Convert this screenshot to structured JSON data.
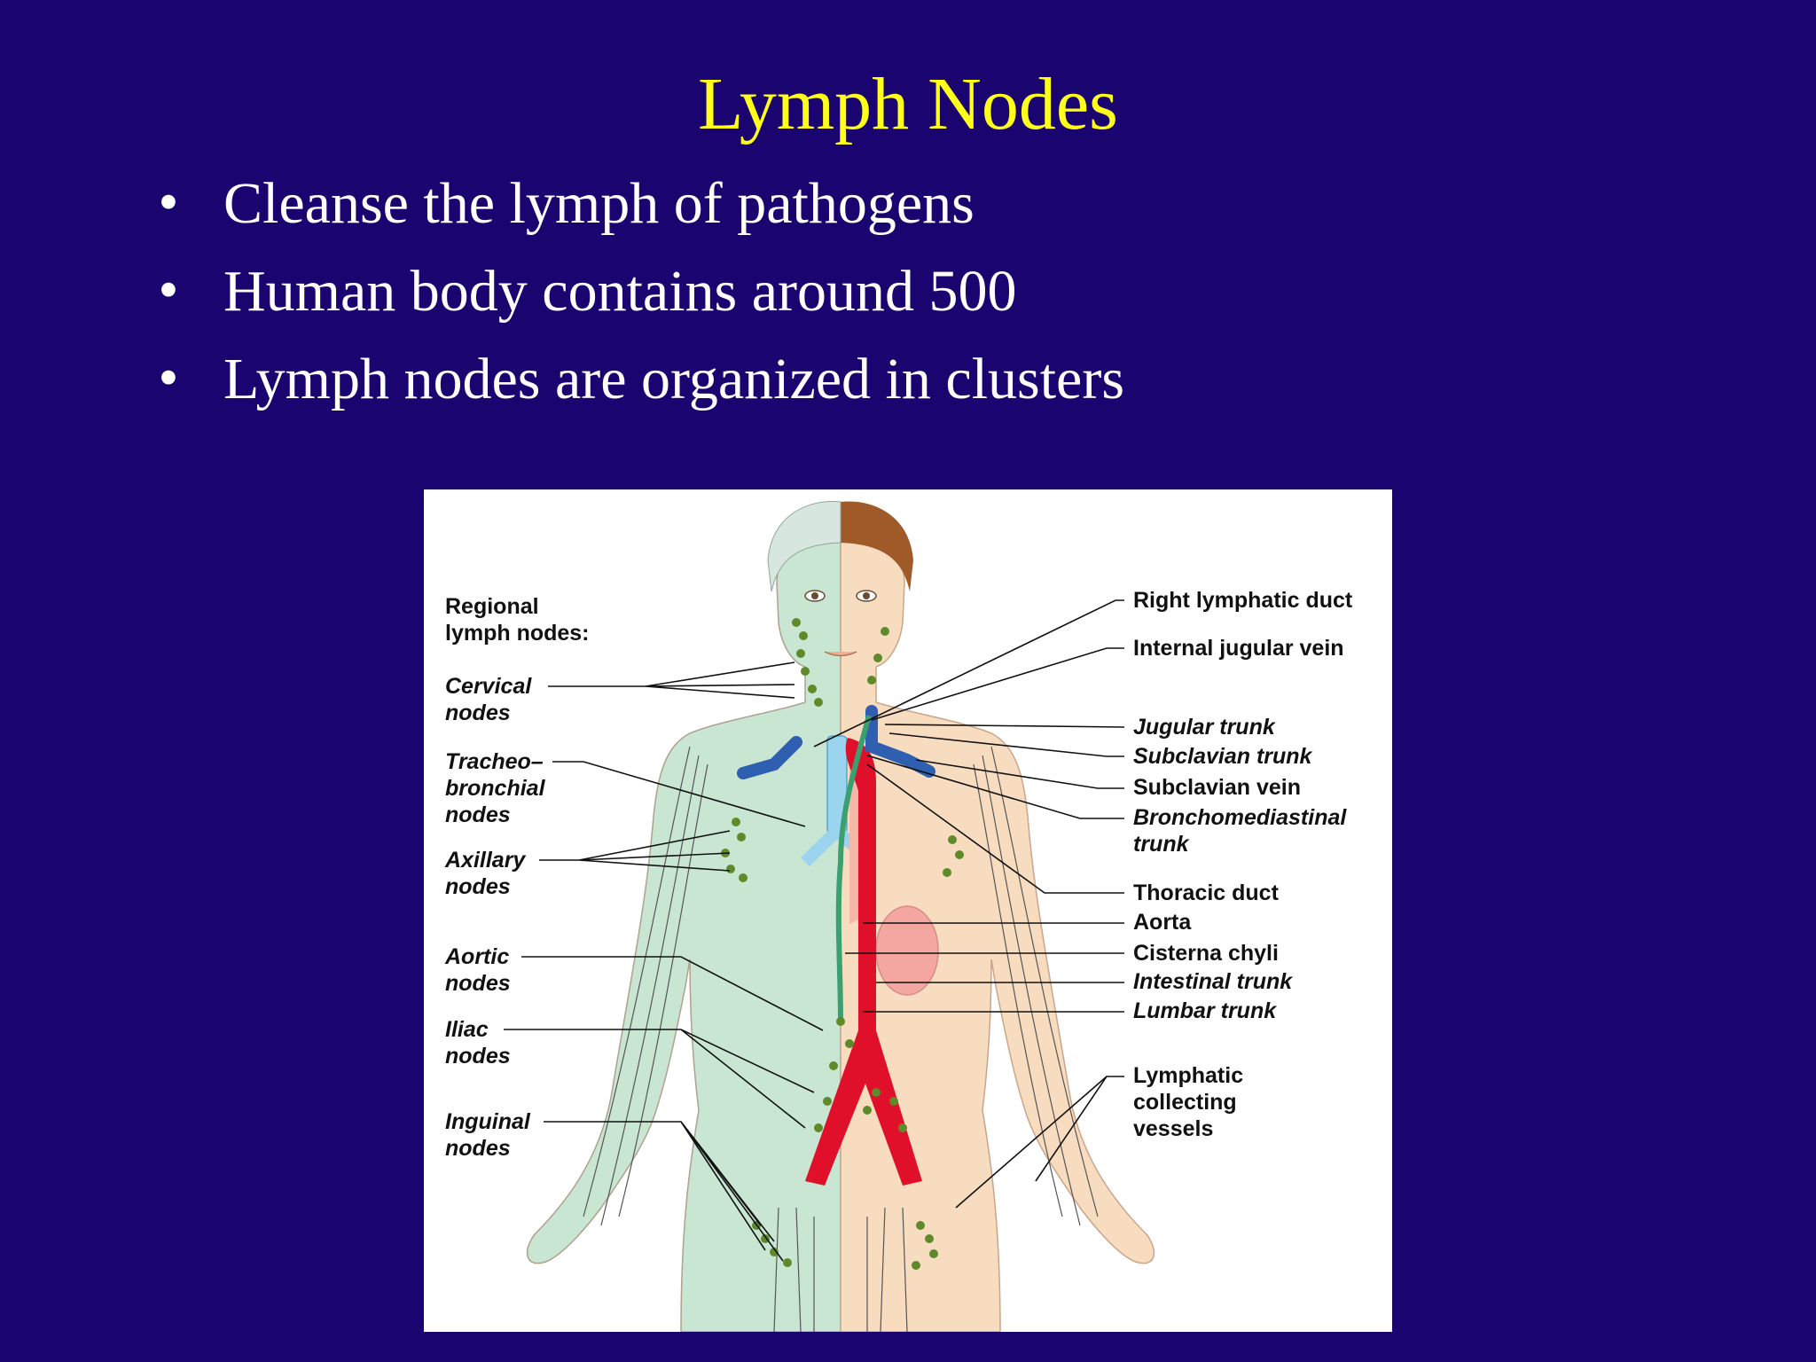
{
  "slide": {
    "title": "Lymph Nodes",
    "bullets": [
      "Cleanse the lymph of pathogens",
      "Human body contains around 500",
      "Lymph nodes are organized in clusters"
    ],
    "bullet_symbol": "•"
  },
  "figure": {
    "left_labels": {
      "heading": "Regional\nlymph nodes:",
      "cervical": "Cervical\nnodes",
      "tracheobronchial": "Tracheo–\nbronchial\nnodes",
      "axillary": "Axillary\nnodes",
      "aortic": "Aortic\nnodes",
      "iliac": "Iliac\nnodes",
      "inguinal": "Inguinal\nnodes"
    },
    "right_labels": {
      "right_lymphatic_duct": "Right lymphatic duct",
      "internal_jugular_vein": "Internal jugular vein",
      "jugular_trunk": "Jugular trunk",
      "subclavian_trunk": "Subclavian trunk",
      "subclavian_vein": "Subclavian vein",
      "bronchomediastinal_trunk": "Bronchomediastinal\ntrunk",
      "thoracic_duct": "Thoracic duct",
      "aorta": "Aorta",
      "cisterna_chyli": "Cisterna chyli",
      "intestinal_trunk": "Intestinal trunk",
      "lumbar_trunk": "Lumbar trunk",
      "lymphatic_collecting_vessels": "Lymphatic\ncollecting\nvessels"
    }
  },
  "colors": {
    "background": "#1a0570",
    "title": "#ffff1a",
    "text": "#ffffff",
    "lymph_side": "#c8e6d2",
    "skin_side": "#f8dcc0",
    "aorta": "#e0102a",
    "vein": "#2e5fb0",
    "node": "#5e8a2a"
  }
}
